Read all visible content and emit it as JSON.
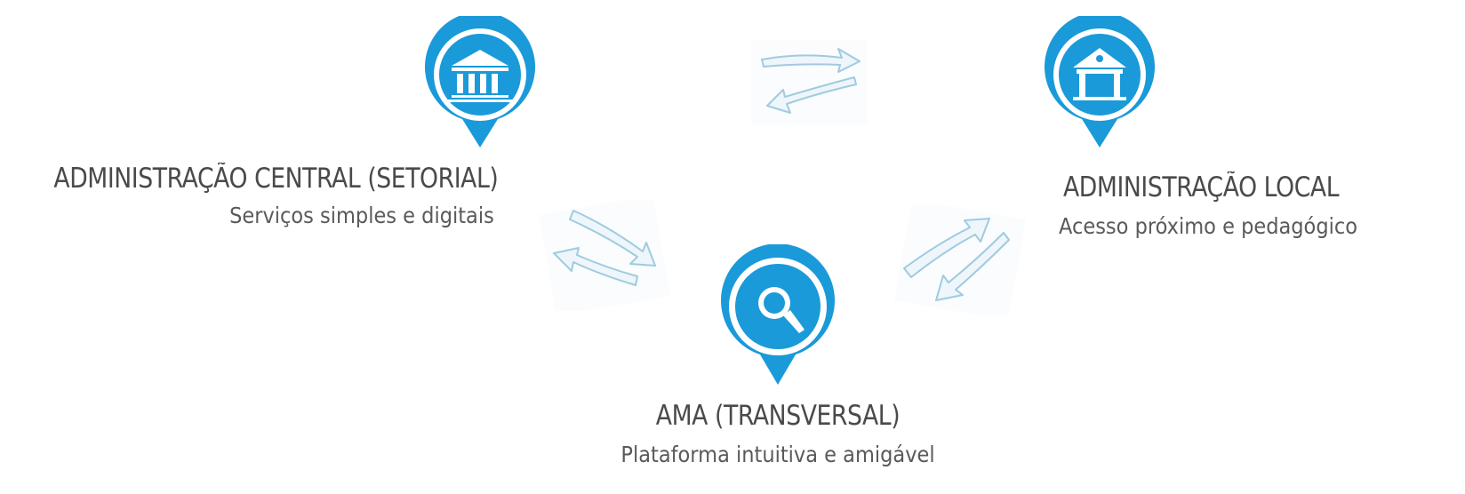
{
  "nodes": {
    "central": {
      "title": "ADMINISTRAÇÃO CENTRAL (SETORIAL)",
      "subtitle": "Serviços simples e digitais",
      "icon": "government-building-icon"
    },
    "local": {
      "title": "ADMINISTRAÇÃO LOCAL",
      "subtitle": "Acesso próximo e pedagógico",
      "icon": "town-hall-icon"
    },
    "ama": {
      "title": "AMA (TRANSVERSAL)",
      "subtitle": "Plataforma intuitiva e amigável",
      "icon": "search-icon"
    }
  },
  "colors": {
    "pin": "#1a9ad9",
    "arrow_stroke": "#9fcbe0",
    "arrow_fill": "#eef6fb",
    "text": "#4a4a4a"
  }
}
